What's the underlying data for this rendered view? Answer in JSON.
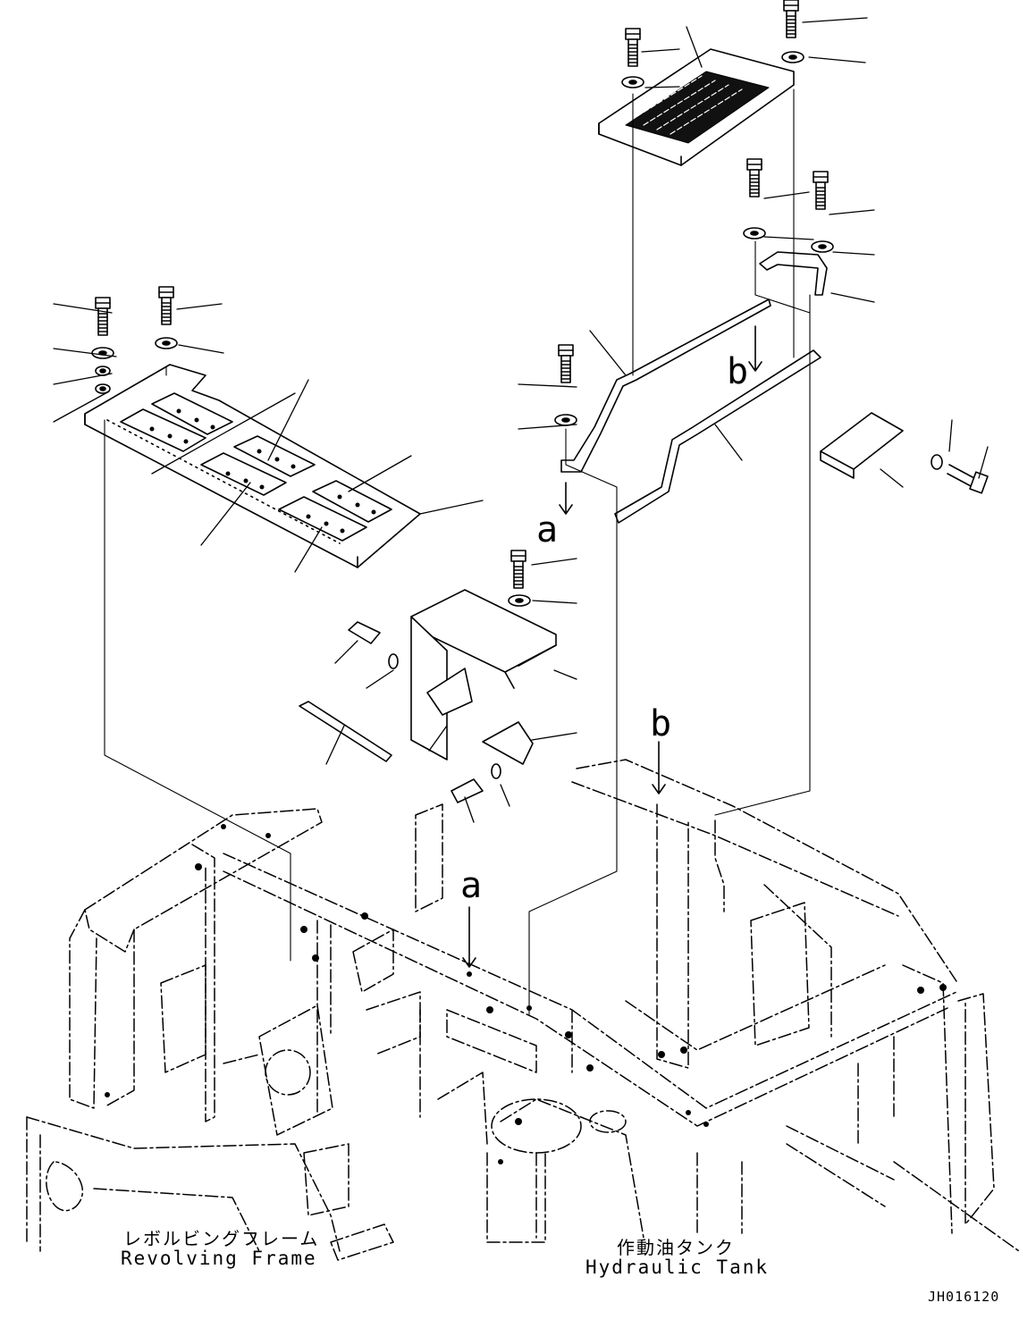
{
  "drawing": {
    "callout_a": "a",
    "callout_b": "b",
    "revolving_frame_jp": "レボルビングフレーム",
    "revolving_frame_en": "Revolving Frame",
    "hydraulic_tank_jp": "作動油タンク",
    "hydraulic_tank_en": "Hydraulic Tank",
    "drawing_code": "JH016120"
  }
}
